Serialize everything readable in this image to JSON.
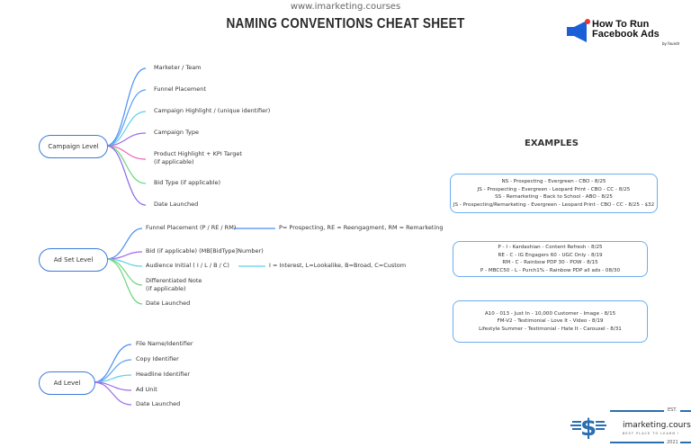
{
  "header": {
    "watermark_url": "www.imarketing.courses",
    "title": "NAMING CONVENTIONS CHEAT SHEET",
    "logo_text": [
      "How To Run",
      "Facebook Ads"
    ],
    "logo_sub": "by foundr"
  },
  "campaign": {
    "label": "Campaign Level",
    "items": [
      "Marketer / Team",
      "Funnel Placement",
      "Campaign Highlight / (unique identifier)",
      "Campaign Type",
      "Product Highlight + KPI Target",
      "(if applicable)",
      "Bid Type (if applicable)",
      "Date Launched"
    ]
  },
  "adset": {
    "label": "Ad Set Level",
    "items": [
      "Funnel Placement (P / RE / RM)",
      "Bid (if applicable) (MB[BidType]Number)",
      "Audience Initial ( I / L / B / C)",
      "Differentiated Note",
      "(if applicable)",
      "Date Launched"
    ],
    "notes": {
      "funnel": "P= Prospecting, RE = Reengagment, RM = Remarketing",
      "audience": "I = Interest, L=Lookalike, B=Broad, C=Custom"
    }
  },
  "ad": {
    "label": "Ad Level",
    "items": [
      "File Name/Identifier",
      "Copy Identifier",
      "Headline Identifier",
      "Ad Unit",
      "Date Launched"
    ]
  },
  "examples": {
    "title": "EXAMPLES",
    "campaign": [
      "NS - Prospecting - Evergreen - CBO - 8/25",
      "JS - Prospecting - Evergreen - Leopard Print - CBO - CC - 8/25",
      "SS - Remarketing - Back to School - ABO - 8/25",
      "JS - Prospecting/Remarketing - Evergreen - Leopard Print - CBO - CC - 8/25 - $32"
    ],
    "adset": [
      "P - I - Kardashian - Content Refresh - 8/25",
      "RE - C - IG Engagers 60 - UGC Only - 8/19",
      "RM - C - Rainbow PDP 30 - POW - 8/15",
      "P - MBCC50 - L - Purch1% - Rainbow PDP all ads - 08/30"
    ],
    "ad": [
      "A10 - 013 - Just In - 10,000 Customer - Image - 8/15",
      "FM-V2 - Testimonial - Love It - Video - 8/19",
      "Lifestyle Summer - Testimonial - Hate It - Carousel - 8/31"
    ]
  },
  "footer": {
    "brand": "imarketing.courses",
    "tagline": "BEST PLACE TO LEARN !",
    "est": "EST.",
    "year": "2021"
  },
  "colors": {
    "node_border": "#3b7bdc",
    "example_border": "#6aaef0",
    "brand_blue": "#1a5fd6"
  }
}
